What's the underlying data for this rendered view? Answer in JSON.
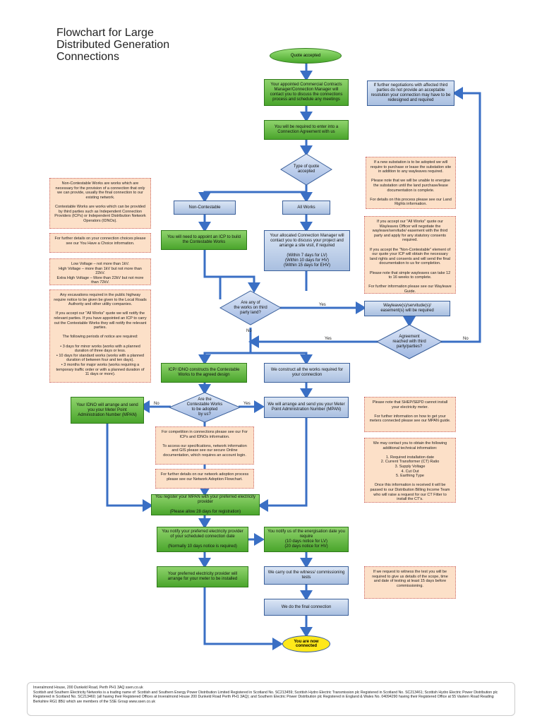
{
  "title": "Flowchart for Large\nDistributed Generation\nConnections",
  "colors": {
    "process_green": "#4aa52c",
    "process_blue": "#a9bfe0",
    "decision": "#b9cdee",
    "note_orange": "#fce0c8",
    "end_yellow": "#ffe81a",
    "line": "#3a6fc4"
  },
  "nodes": {
    "start": "Quote accepted",
    "contracts_manager": "Your appointed Commercial Contracts Manager/Connection Manager will contact you to discuss the connections process and schedule any meetings",
    "connection_agreement": "You will be required to enter into a Connection Agreement with us",
    "type_of_quote": "Type of quote\naccepted",
    "non_contestable": "Non-Contestable",
    "all_works": "All Works",
    "appoint_icp": "You will need to appoint an ICP to build the Contestable Works",
    "site_visit": "Your allocated Connection Manager will contact you to discuss your project and arrange a site visit, if required\n\n(Within 7 days for LV)\n(Within 10 days for HV)\n(Within 15 days for EHV)",
    "third_party_land": "Are any of\nthe works on third\nparty land?",
    "wayleave": "Wayleave(s)/servitude(s)/\neasement(s) will be required",
    "agreement_reached": "Agreement\nreached with third\nparty/parties?",
    "negotiations_fail": "If further negotiations with affected third parties do not provide an acceptable resolution your connection may have to be redesigned and required",
    "icp_constructs": "ICP/ IDNO constructs the Contestable Works to the agreed design",
    "we_construct": "We construct all the works required for your connection",
    "adopted": "Are the\nContestable Works\nto be adopted\nby us?",
    "idno_mpan": "Your IDNO will arrange and send you your Meter Point Administration Number (MPAN)",
    "we_mpan": "We will arrange and send you your Meter Point Administration Number (MPAN)",
    "register_mpan": "You register your MPAN with your preferred electricity provider\n\n(Please allow 28 days for registration)",
    "notify_provider": "You notify your preferred electricity provider of your scheduled connection date\n\n(Normally 10 days notice is required)",
    "notify_us": "You notify us of the energisation date you require\n(10 days notice for LV)\n(20 days notice for HV)",
    "provider_meter": "Your preferred electricity provider will arrange for your meter to be installed",
    "witness_tests": "We carry out the witness/ commissioning tests",
    "final_connection": "We do the final connection",
    "end": "You are now\nconnected"
  },
  "edge_labels": {
    "yes": "Yes",
    "no": "No"
  },
  "notes": {
    "contestable": "Non-Contestable Works are works which are necessary for the provision of a connection that only we can provide, usually the final connection to our existing network.\n\nContestable Works are works which can be provided by third parties such as Independent Connection Providers (ICPs) or Independent Distribution Network Operators (IDNOs).",
    "choices": "For further details on your connection choices please see our You Have a Choice information.",
    "voltage": "Low Voltage – not more than 1kV.\nHigh Voltage – more than 1kV but not more than 22kV.\nExtra High Voltage – More than 22kV but not more than 72kV.",
    "excavations": "Any excavations required in the public highway require notice to be given be given to the Local Roads Authority and other utility companies.\n\nIf you accept our \"All Works\" quote we will notify the relevant parties. If you have appointed an ICP to carry out the Contestable Works they will notify the relevant parties.\n\nThe following periods of notice are required:\n\n• 3 days for minor works (works with a planned duration of three days or less.\n• 10 days for standard works (works with a planned duration of between four and ten days).\n• 3 months for major works (works requiring a temporary traffic order or with a planned duration of 11 days or more).",
    "substation": "If a new substation is to be adopted we will require to purchase or lease the substation site in addition to any wayleaves required.\n\nPlease note that we will be unable to energise the substation until the land purchase/lease documentation is complete.\n\nFor details on this process please see our Land Rights information.",
    "wayleave_officer": "If you accept our \"All Works\" quote our Wayleaves Officer will negotiate the wayleave/servitude/ easement with the third party and apply for any statutory consents required.\n\nIf you accept the \"Non-Contestable\" element of our quote your ICP will obtain the necessary land rights and consents and will send the final documentation to us for completion.\n\nPlease note that simple wayleaves can take 12 to 16 weeks to complete.\n\nFor further information please see our Wayleave Guide.",
    "shep": "Please note that SHEP/SEPD cannot install your electricity meter.\n\nFor further information on how to get your meters connected please see our MPAN guide.",
    "technical": "We may contact you to obtain the following additional technical information:\n\n1. Required installation date\n2. Current Transformer (CT) Ratio\n3. Supply Voltage\n4. Cut Out\n5. Earthing Type\n\nOnce this information is received it will be passed to our Distribution Billing Income Team who will raise a request for our CT Fitter to install the CT's.",
    "competition": "For competition in connections please see our For ICPs and IDNOs information.\n\nTo access our specifications, network information and GIS please see our secure Online documentation, which requires an account login.",
    "adoption": "For further details on our network adoption process please see our Network Adoption Flowchart.",
    "witness": "If we request to witness the test you will be required to give us details of the scope, time and date of testing at least 15 days before commissioning."
  },
  "footer": "Inveralmond House, 200 Dunkeld Road, Perth PH1 3AQ ssen.co.uk\nScottish and Southern Electricity Networks is a trading name of: Scottish and Southern Energy Power Distribution Limited Registered in Scotland No. SC213459; Scottish Hydro Electric Transmission plc Registered in Scotland No. SC213461; Scottish Hydro Electric Power Distribution plc Registered in Scotland No. SC213460; (all having their Registered Offices at Inveralmond House 200 Dunkeld Road Perth PH1 3AQ); and Southern Electric Power Distribution plc Registered in England & Wales No. 04094290 having their Registered Office at 55 Vastern Road Reading Berkshire RG1 8BU which are members of the SSE Group www.ssen.co.uk"
}
